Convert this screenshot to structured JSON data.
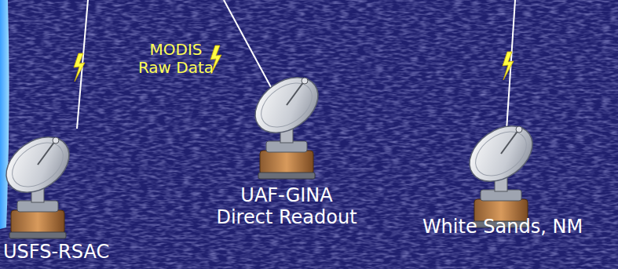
{
  "diagram": {
    "labels": [
      "MODIS Raw Data",
      "USFS-RSAC",
      "UAF-GINA Direct Readout",
      "White Sands, NM"
    ]
  }
}
